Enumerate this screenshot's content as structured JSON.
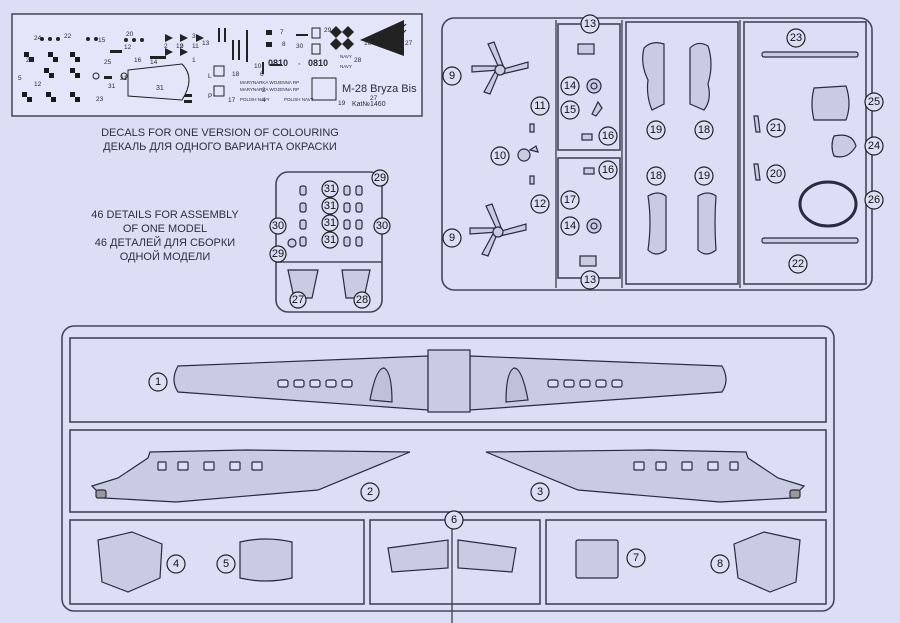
{
  "decals": {
    "model_name": "M-28 Bryza Bis",
    "catalog": "Kat№1460",
    "reg_left": "0810",
    "reg_right": "0810",
    "navy_text": "POLISH NAVY",
    "navy_text2": "MARYNARKA WOJENNA RP",
    "navy_short": "NAVY",
    "part_31_text": "31",
    "numbers": [
      "24",
      "22",
      "15",
      "20",
      "12",
      "2",
      "26",
      "5",
      "23",
      "25",
      "16",
      "14",
      "12",
      "11",
      "21",
      "9",
      "3",
      "13",
      "1",
      "7",
      "29",
      "8",
      "30",
      "10",
      "18",
      "17",
      "19",
      "28",
      "27",
      "4",
      "6"
    ],
    "caption_en": "DECALS FOR ONE VERSION OF COLOURING",
    "caption_ru": "ДЕКАЛЬ ДЛЯ ОДНОГО ВАРИАНТА ОКРАСКИ"
  },
  "details_caption": {
    "line1": "46 DETAILS FOR ASSEMBLY",
    "line2": "OF ONE MODEL",
    "line3": "46 ДЕТАЛЕЙ ДЛЯ СБОРКИ",
    "line4": "ОДНОЙ МОДЕЛИ"
  },
  "part_numbers": {
    "p1": "1",
    "p2": "2",
    "p3": "3",
    "p4": "4",
    "p5": "5",
    "p6": "6",
    "p7": "7",
    "p8": "8",
    "p9a": "9",
    "p9b": "9",
    "p10": "10",
    "p11": "11",
    "p12": "12",
    "p13a": "13",
    "p13b": "13",
    "p14a": "14",
    "p14b": "14",
    "p15": "15",
    "p16a": "16",
    "p16b": "16",
    "p17": "17",
    "p18a": "18",
    "p18b": "18",
    "p19a": "19",
    "p19b": "19",
    "p20": "20",
    "p21": "21",
    "p22": "22",
    "p23": "23",
    "p24": "24",
    "p25": "25",
    "p26": "26",
    "p27": "27",
    "p28": "28",
    "p29a": "29",
    "p29b": "29",
    "p30a": "30",
    "p30b": "30",
    "p31a": "31",
    "p31b": "31",
    "p31c": "31",
    "p31d": "31"
  }
}
